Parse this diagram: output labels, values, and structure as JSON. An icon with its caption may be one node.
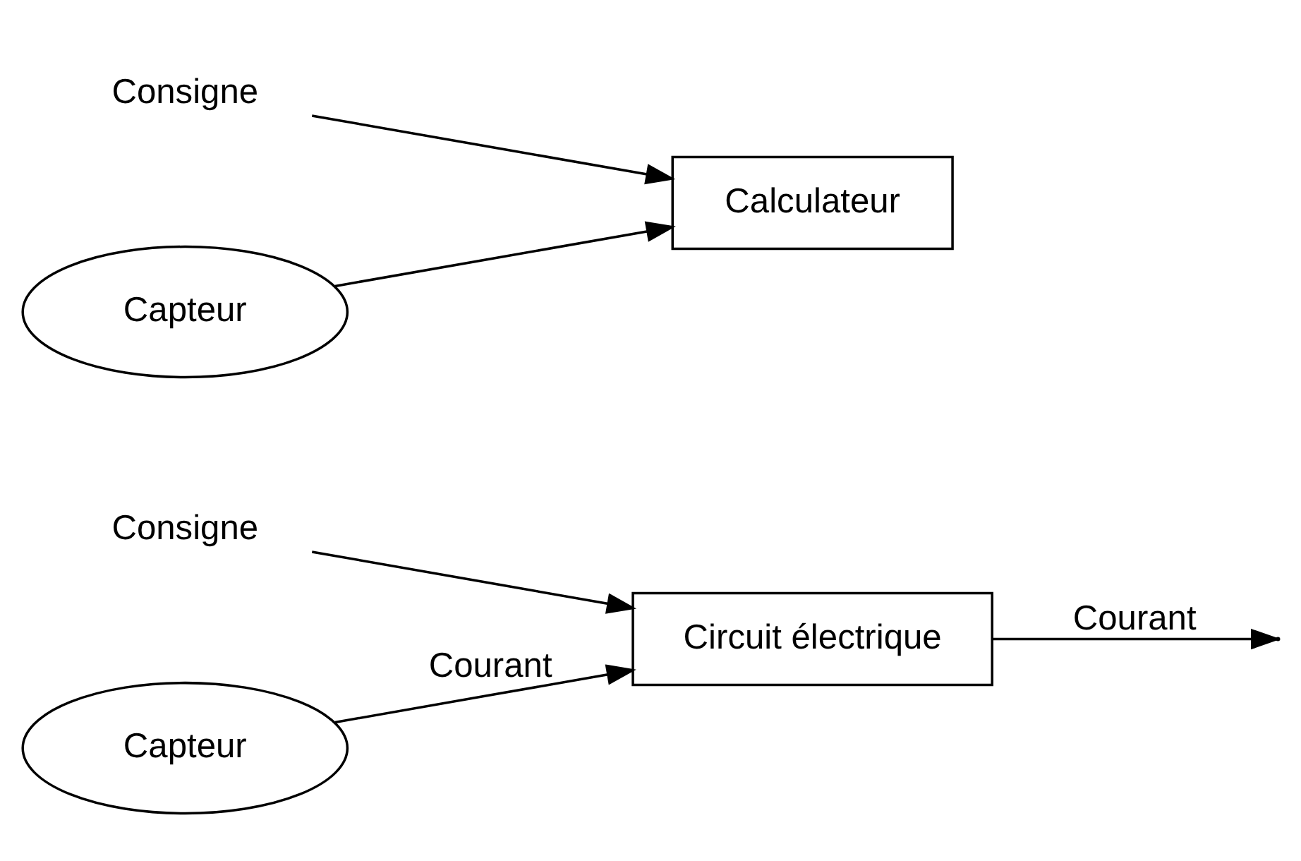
{
  "diagram": {
    "nodes": [
      {
        "text": [
          "Consigne"
        ]
      },
      {
        "text": [
          "Circuit électrique"
        ]
      },
      {
        "text": [
          "Capteur"
        ]
      },
      {
        "text": [
          "Consigne"
        ]
      },
      {
        "text": [
          "Calculateur"
        ]
      },
      {
        "text": [
          "Capteur"
        ]
      }
    ],
    "edges": [
      {
        "from": 0,
        "to": 1,
        "arrow": "to"
      },
      {
        "from": 1,
        "to": null,
        "arrow": "to",
        "label": "Courant"
      },
      {
        "from": 2,
        "to": 1,
        "arrow": "to",
        "label": "Courant"
      },
      {
        "from": 3,
        "to": 4,
        "arrow": "to"
      },
      {
        "from": 5,
        "to": 4,
        "arrow": "to"
      }
    ]
  }
}
